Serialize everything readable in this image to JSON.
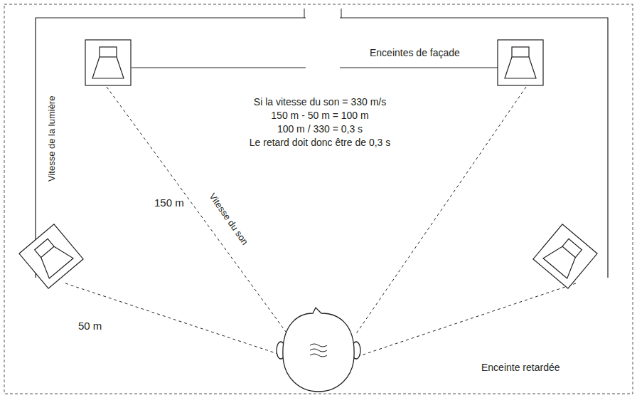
{
  "diagram": {
    "labels": [
      "Si la vitesse du son = 330 m/s",
      "150 m - 50 m = 100 m",
      "100 m / 330 = 0,3 s",
      "Le retard doit donc être de 0,3 s",
      "Enceintes de façade",
      "Vitesse de la lumière",
      "Vitesse du son",
      "150 m",
      "50 m",
      "Enceinte retardée"
    ]
  }
}
